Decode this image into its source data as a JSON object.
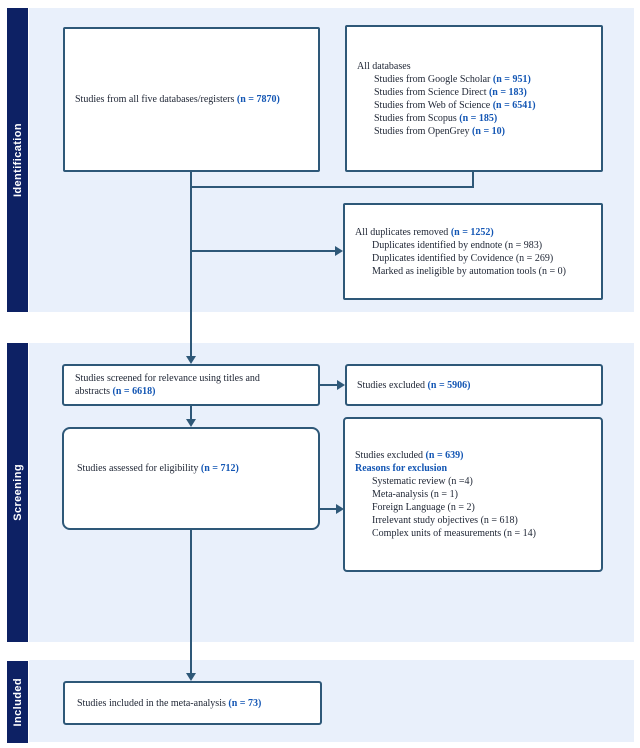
{
  "stages": [
    {
      "label": "Identification"
    },
    {
      "label": "Screening"
    },
    {
      "label": "Included"
    }
  ],
  "boxes": {
    "total": {
      "text": "Studies from all five databases/registers ",
      "n": "(n = 7870)"
    },
    "databases": {
      "header": "All databases",
      "items": [
        {
          "text": "Studies from Google Scholar ",
          "n": "(n = 951)"
        },
        {
          "text": "Studies from Science Direct ",
          "n": "(n = 183)"
        },
        {
          "text": "Studies from Web of Science ",
          "n": "(n = 6541)"
        },
        {
          "text": "Studies from Scopus ",
          "n": "(n = 185)"
        },
        {
          "text": "Studies from OpenGrey ",
          "n": "(n = 10)"
        }
      ]
    },
    "duplicates": {
      "header_text": "All duplicates removed ",
      "header_n": "(n = 1252)",
      "items": [
        "Duplicates identified by endnote (n = 983)",
        "Duplicates identified by Covidence (n = 269)",
        "Marked as ineligible by automation tools (n = 0)"
      ]
    },
    "screened": {
      "line1": "Studies screened for relevance using titles and",
      "line2_text": "abstracts ",
      "line2_n": "(n = 6618)"
    },
    "excluded_titles": {
      "text": "Studies excluded ",
      "n": "(n = 5906)"
    },
    "eligibility": {
      "text": "Studies assessed for eligibility ",
      "n": "(n = 712)"
    },
    "excluded_reasons": {
      "header_text": "Studies excluded ",
      "header_n": "(n = 639)",
      "reasons_label": "Reasons for exclusion",
      "items": [
        "Systematic review (n =4)",
        "Meta-analysis (n = 1)",
        "Foreign Language (n = 2)",
        "Irrelevant study objectives (n = 618)",
        "Complex units of measurements (n = 14)"
      ]
    },
    "included": {
      "text": "Studies included in the meta-analysis ",
      "n": "(n = 73)"
    }
  },
  "colors": {
    "sidebar_navy": "#0d2164",
    "band_blue": "#e9f0fb",
    "line_blue": "#2e5878",
    "value_blue": "#1356b4",
    "text_dark": "#1d2433"
  }
}
